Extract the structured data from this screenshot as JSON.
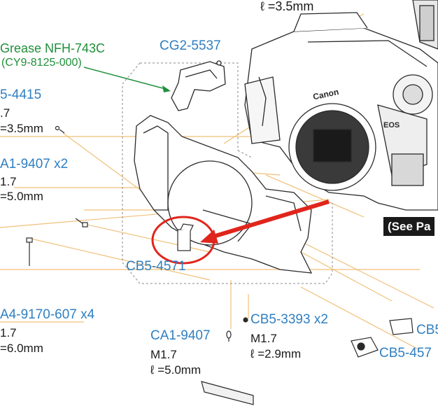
{
  "labels": {
    "top_spec": "ℓ =3.5mm",
    "grease_line1": "Grease NFH-743C",
    "grease_line2": "(CY9-8125-000)",
    "cg2_5537": "CG2-5537",
    "cb5_4415": "5-4415",
    "cb5_4415_m": ".7",
    "cb5_4415_l": "=3.5mm",
    "ca1_9407_x2": "A1-9407 x2",
    "ca1_9407_x2_m": "1.7",
    "ca1_9407_x2_l": "=5.0mm",
    "cb5_4571": "CB5-4571",
    "a4_9170": "A4-9170-607 x4",
    "a4_9170_m": "1.7",
    "a4_9170_l": "=6.0mm",
    "ca1_9407": "CA1-9407",
    "ca1_9407_m": "M1.7",
    "ca1_9407_l": "ℓ =5.0mm",
    "cb5_3393": "CB5-3393 x2",
    "cb5_3393_m": "M1.7",
    "cb5_3393_l": "ℓ =2.9mm",
    "cb5_right1": "CB5",
    "cb5_right2": "CB5-457",
    "see_page": "(See Pa",
    "brand": "Canon",
    "model": "EOS"
  },
  "colors": {
    "label_blue": "#2f7fc1",
    "grease_green": "#1f8f3a",
    "guide_orange": "#f0c078",
    "highlight_red": "#e0251c",
    "line_art": "#2a2a2a",
    "dash_gray": "#8a8a8a"
  }
}
